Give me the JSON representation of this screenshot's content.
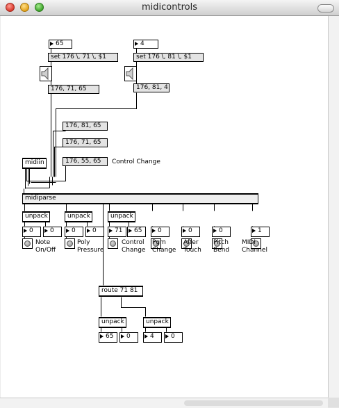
{
  "window": {
    "title": "midicontrols"
  },
  "top_left": {
    "number": "65",
    "message": "set 176 \\, 71 \\, $1",
    "output": "176, 71, 65"
  },
  "top_right": {
    "number": "4",
    "message": "set 176 \\, 81 \\, $1",
    "output": "176, 81, 4"
  },
  "messages": [
    "176, 81, 65",
    "176, 71, 65",
    "176, 55, 65"
  ],
  "control_change_comment": "Control Change",
  "midiin": "midiin",
  "midiparse": "midiparse",
  "unpacks": [
    "unpack",
    "unpack",
    "unpack"
  ],
  "numbers": {
    "note_pitch": "0",
    "note_vel": "0",
    "poly_pitch": "0",
    "poly_press": "0",
    "cc_num": "71",
    "cc_val": "65",
    "pgm": "0",
    "aftertouch": "0",
    "pitchbend": "0",
    "channel": "1"
  },
  "labels": {
    "note": [
      "Note",
      "On/Off"
    ],
    "poly": [
      "Poly",
      "Pressure"
    ],
    "control": [
      "Control",
      "Change"
    ],
    "pgm": [
      "Pgm",
      "Change"
    ],
    "after": [
      "After",
      "Touch"
    ],
    "pitch": [
      "Pitch",
      "Bend"
    ],
    "midi": [
      "MIDI",
      "Channel"
    ]
  },
  "route": "route 71 81",
  "bottom_unpacks": [
    "unpack",
    "unpack"
  ],
  "bottom_numbers": [
    "65",
    "0",
    "4",
    "0"
  ]
}
